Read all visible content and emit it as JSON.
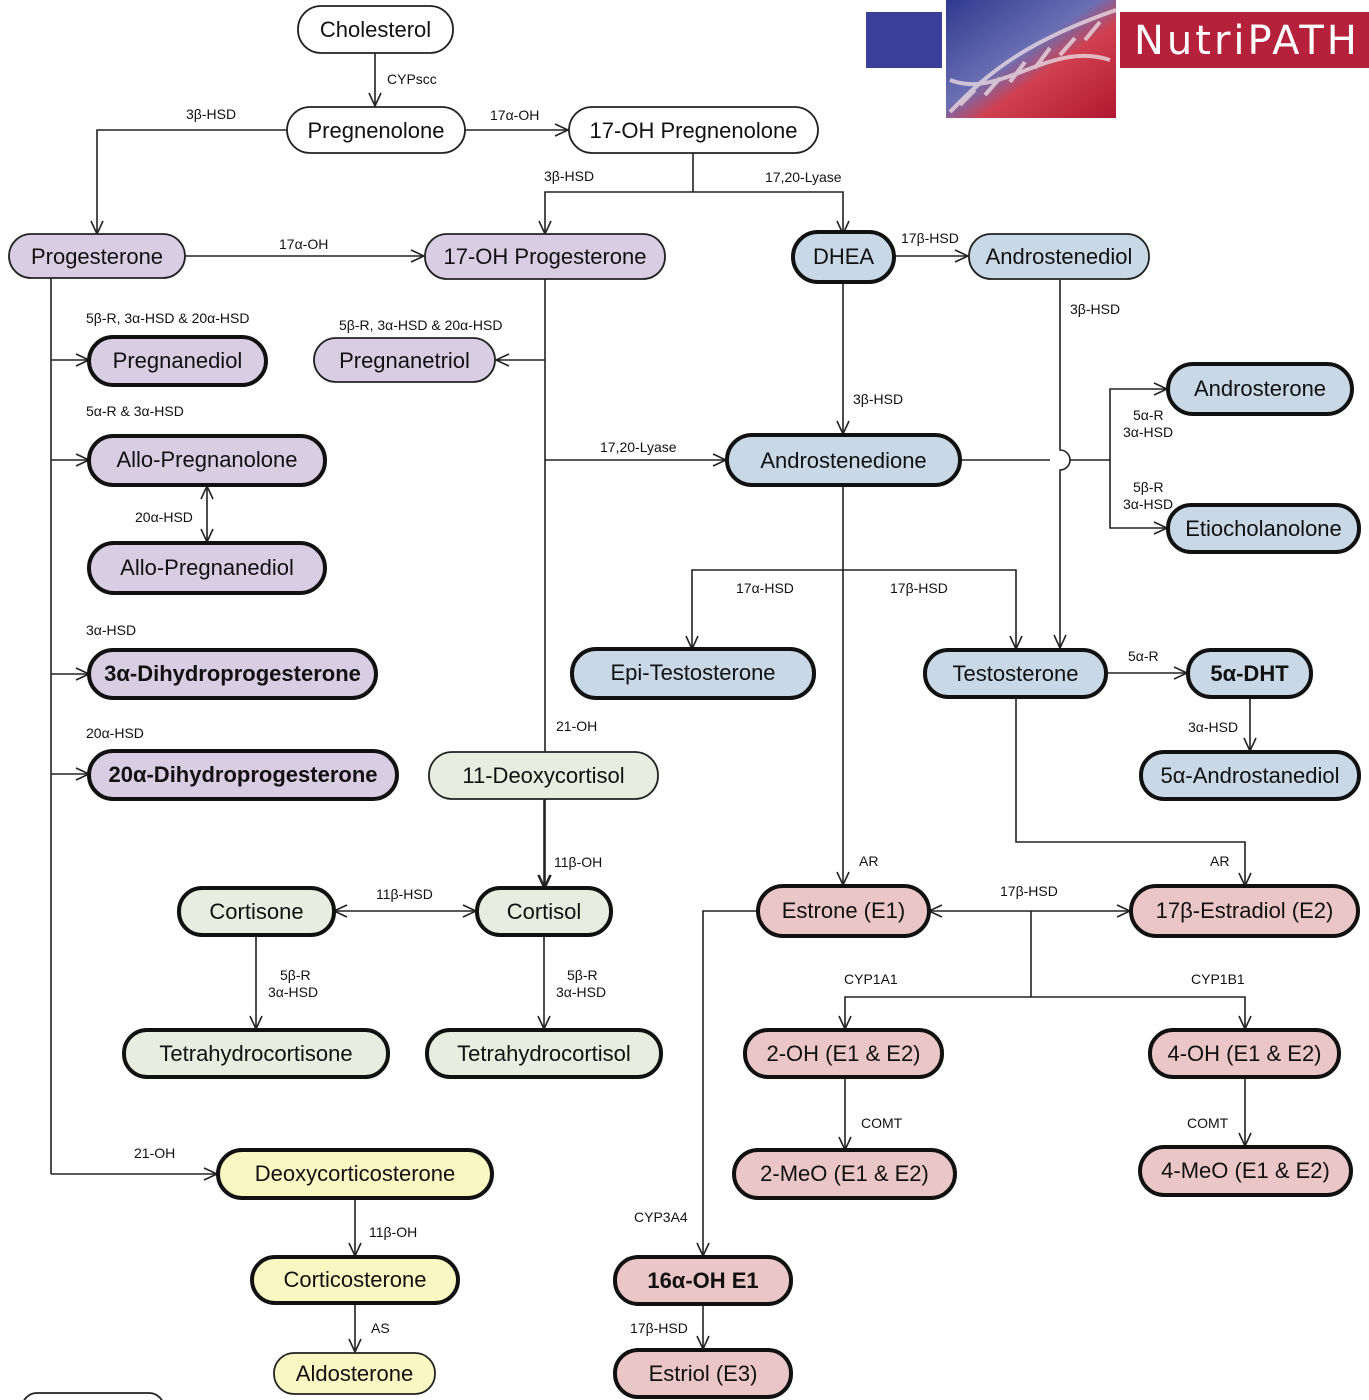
{
  "logo": {
    "brand": "NutriPATH"
  },
  "colors": {
    "white": "#ffffff",
    "purple": "#d9cde3",
    "blue": "#c9d8e6",
    "green": "#e7eee0",
    "pink": "#eac6c6",
    "yellow": "#fbf7c2",
    "logo_navy": "#3a3f9a",
    "logo_red": "#b5203a"
  },
  "nodes": {
    "cholesterol": "Cholesterol",
    "pregnenolone": "Pregnenolone",
    "oh17_pregnenolone": "17-OH Pregnenolone",
    "progesterone": "Progesterone",
    "oh17_progesterone": "17-OH Progesterone",
    "dhea": "DHEA",
    "androstenediol": "Androstenediol",
    "pregnanediol": "Pregnanediol",
    "pregnanetriol": "Pregnanetriol",
    "androsterone": "Androsterone",
    "allo_pregnanolone": "Allo-Pregnanolone",
    "androstenedione": "Androstenedione",
    "etiocholanolone": "Etiocholanolone",
    "allo_pregnanediol": "Allo-Pregnanediol",
    "epi_testosterone": "Epi-Testosterone",
    "testosterone": "Testosterone",
    "dht_5a": "5α-DHT",
    "dihydroprogesterone_3a": "3α-Dihydroprogesterone",
    "dihydroprogesterone_20a": "20α-Dihydroprogesterone",
    "deoxycortisol_11": "11-Deoxycortisol",
    "androstanediol_5a": "5α-Androstanediol",
    "cortisone": "Cortisone",
    "cortisol": "Cortisol",
    "estrone": "Estrone (E1)",
    "estradiol": "17β-Estradiol (E2)",
    "tetrahydrocortisone": "Tetrahydrocortisone",
    "tetrahydrocortisol": "Tetrahydrocortisol",
    "oh2": "2-OH (E1 & E2)",
    "oh4": "4-OH (E1 & E2)",
    "meo2": "2-MeO (E1 & E2)",
    "meo4": "4-MeO (E1 & E2)",
    "deoxycorticosterone": "Deoxycorticosterone",
    "corticosterone": "Corticosterone",
    "oh16a_e1": "16α-OH E1",
    "aldosterone": "Aldosterone",
    "estriol": "Estriol (E3)"
  },
  "enzymes": {
    "cypscc": "CYPscc",
    "hsd3b_a": "3β-HSD",
    "oh17a_a": "17α-OH",
    "hsd3b_b": "3β-HSD",
    "lyase_a": "17,20-Lyase",
    "oh17a_b": "17α-OH",
    "hsd17b_a": "17β-HSD",
    "hsd3b_c": "3β-HSD",
    "combo_a": "5β-R, 3α-HSD & 20α-HSD",
    "combo_b": "5β-R, 3α-HSD & 20α-HSD",
    "r5a_hsd3a": "5α-R & 3α-HSD",
    "hsd3b_d": "3β-HSD",
    "r5a_a": "5α-R",
    "hsd3a_a": "3α-HSD",
    "lyase_b": "17,20-Lyase",
    "r5b_a": "5β-R",
    "hsd3a_b": "3α-HSD",
    "hsd20a_a": "20α-HSD",
    "hsd17a": "17α-HSD",
    "hsd17b_b": "17β-HSD",
    "hsd3a_c": "3α-HSD",
    "r5a_b": "5α-R",
    "hsd3a_d": "3α-HSD",
    "oh21_a": "21-OH",
    "hsd20a_b": "20α-HSD",
    "ar_a": "AR",
    "oh11b_a": "11β-OH",
    "ar_b": "AR",
    "hsd11b": "11β-HSD",
    "hsd17b_c": "17β-HSD",
    "r5b_b": "5β-R",
    "hsd3a_e": "3α-HSD",
    "r5b_c": "5β-R",
    "hsd3a_f": "3α-HSD",
    "cyp1a1": "CYP1A1",
    "cyp1b1": "CYP1B1",
    "comt_a": "COMT",
    "comt_b": "COMT",
    "oh21_b": "21-OH",
    "cyp3a4": "CYP3A4",
    "oh11b_b": "11β-OH",
    "hsd17b_d": "17β-HSD",
    "as": "AS"
  }
}
